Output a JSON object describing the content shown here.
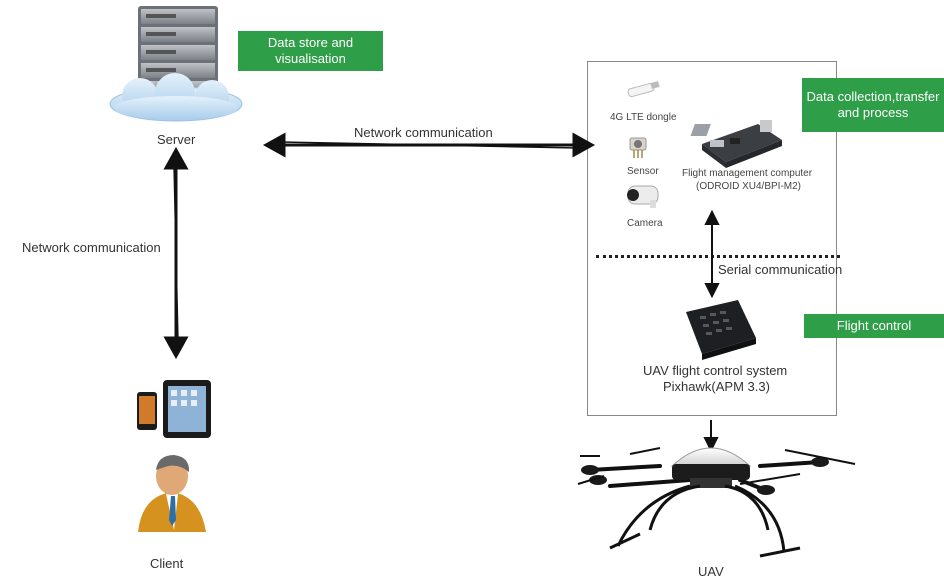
{
  "server": {
    "label": "Server",
    "tag": "Data store and visualisation"
  },
  "client": {
    "label": "Client"
  },
  "uav": {
    "label": "UAV"
  },
  "links": {
    "server_uav": "Network communication",
    "server_client": "Network communication",
    "serial": "Serial communication"
  },
  "payload": {
    "tag": "Data collection,transfer and process",
    "lte": "4G LTE dongle",
    "sensor": "Sensor",
    "camera": "Camera",
    "fmc_line1": "Flight management computer",
    "fmc_line2": "(ODROID XU4/BPI-M2)"
  },
  "flight": {
    "tag": "Flight control",
    "fc_line1": "UAV flight control system",
    "fc_line2": "Pixhawk(APM 3.3)"
  }
}
